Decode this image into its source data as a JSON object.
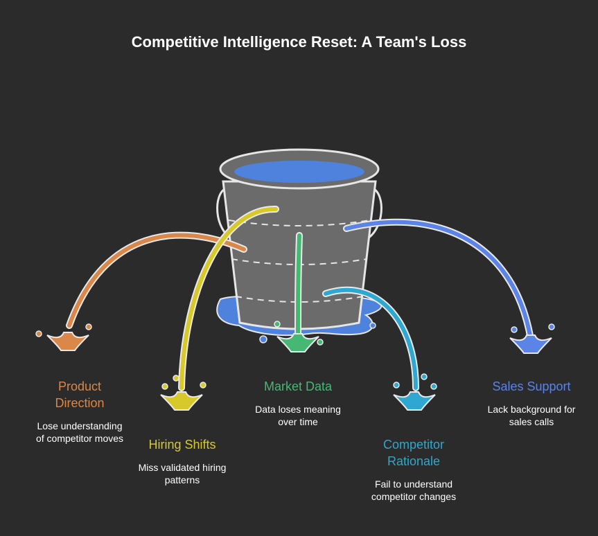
{
  "title": "Competitive Intelligence Reset: A Team's Loss",
  "colors": {
    "background": "#2b2b2b",
    "bucket": "#6b6b6b",
    "water": "#4f82dd",
    "outline": "#e6e6e6"
  },
  "items": [
    {
      "label_lines": [
        "Product",
        "Direction"
      ],
      "desc_lines": [
        "Lose understanding",
        "of competitor moves"
      ],
      "color": "#d9884a",
      "icon": "splash-icon"
    },
    {
      "label_lines": [
        "Hiring Shifts"
      ],
      "desc_lines": [
        "Miss validated hiring",
        "patterns"
      ],
      "color": "#d8c92a",
      "icon": "splash-icon"
    },
    {
      "label_lines": [
        "Market Data"
      ],
      "desc_lines": [
        "Data loses meaning",
        "over time"
      ],
      "color": "#45b874",
      "icon": "splash-icon"
    },
    {
      "label_lines": [
        "Competitor",
        "Rationale"
      ],
      "desc_lines": [
        "Fail to understand",
        "competitor changes"
      ],
      "color": "#2ea8d0",
      "icon": "splash-icon"
    },
    {
      "label_lines": [
        "Sales Support"
      ],
      "desc_lines": [
        "Lack background for",
        "sales calls"
      ],
      "color": "#5b84e6",
      "icon": "splash-icon"
    }
  ]
}
